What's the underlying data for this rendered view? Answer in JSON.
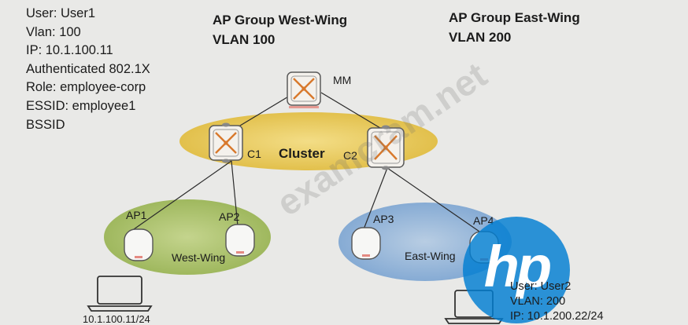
{
  "user1_info": {
    "user": "User: User1",
    "vlan": "Vlan: 100",
    "ip": "IP: 10.1.100.11",
    "auth": "Authenticated 802.1X",
    "role": "Role: employee-corp",
    "essid": "ESSID: employee1",
    "bssid": "BSSID"
  },
  "west_group": {
    "title": "AP Group West-Wing",
    "vlan": "VLAN 100"
  },
  "east_group": {
    "title": "AP Group East-Wing",
    "vlan": "VLAN 200"
  },
  "controllers": {
    "mm": "MM",
    "c1": "C1",
    "c2": "C2"
  },
  "cluster_label": "Cluster",
  "aps": {
    "ap1": "AP1",
    "ap2": "AP2",
    "ap3": "AP3",
    "ap4": "AP4"
  },
  "west_wing_label": "West-Wing",
  "east_wing_label": "East-Wing",
  "user2_info": {
    "user": "User: User2",
    "vlan": "VLAN: 200",
    "ip": "IP: 10.1.200.22/24"
  },
  "laptop1_ip": "10.1.100.11/24",
  "watermark": "examcram.net",
  "logo": "hp",
  "colors": {
    "cluster_zone": "#e6c653",
    "west_zone": "#a6bf63",
    "east_zone": "#8fb3d8",
    "controller_accent": "#d8792c",
    "hp_blue": "#0a7fd3"
  }
}
